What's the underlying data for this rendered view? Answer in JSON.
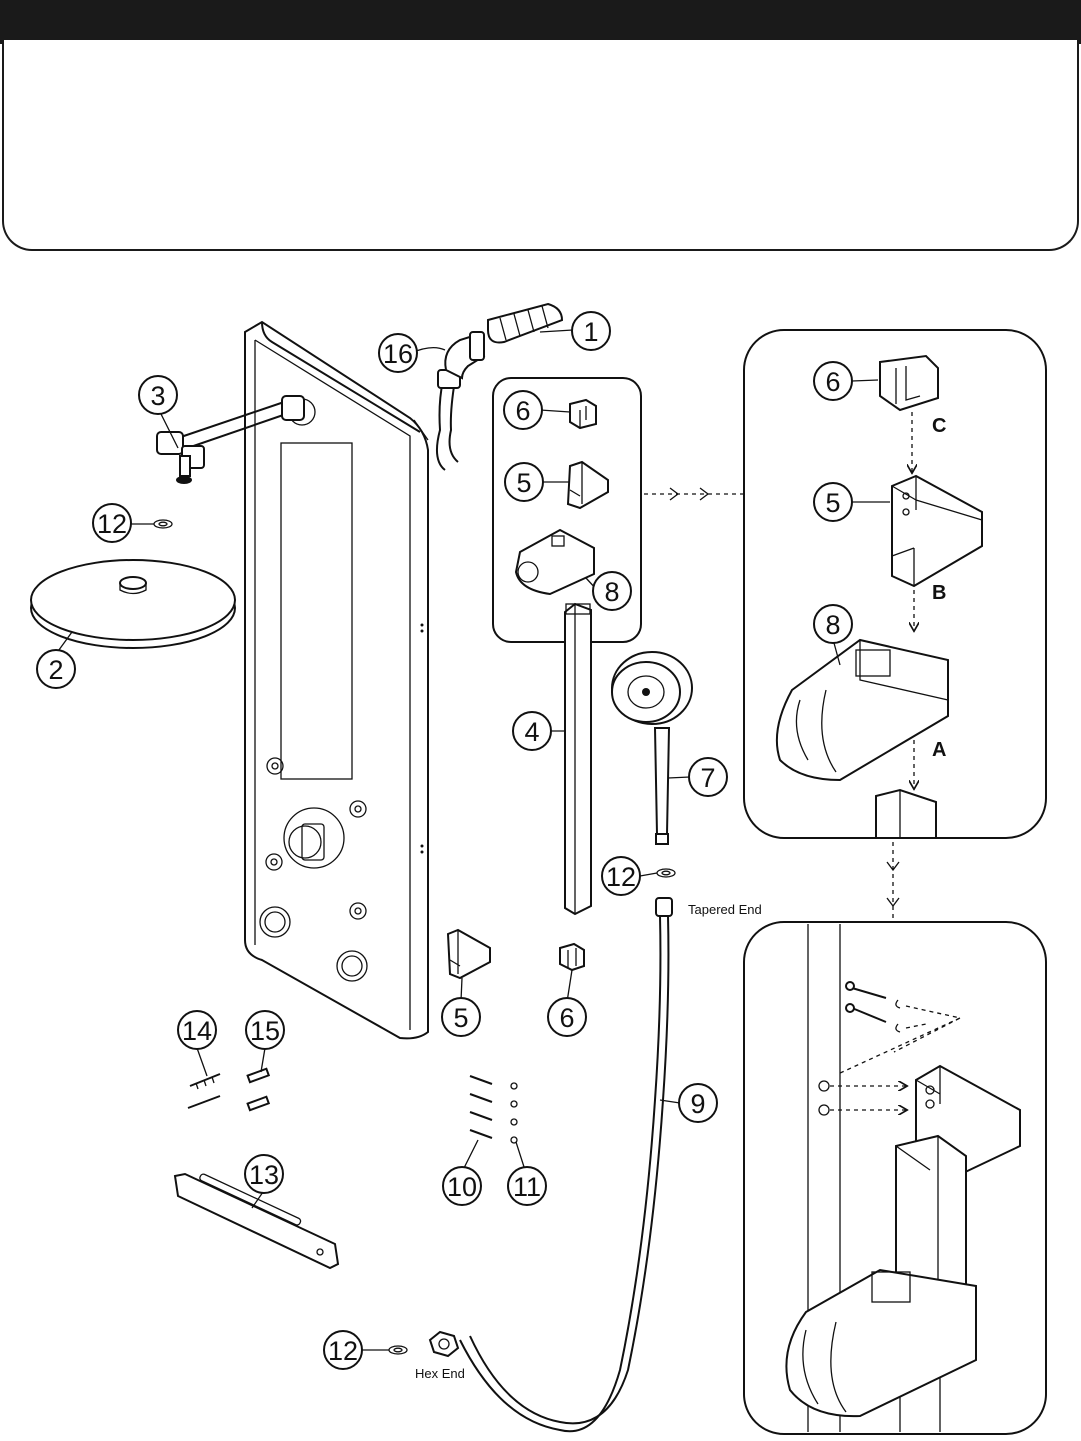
{
  "parts": {
    "p1": "1",
    "p2": "2",
    "p3": "3",
    "p4": "4",
    "p5": "5",
    "p6": "6",
    "p7": "7",
    "p8": "8",
    "p9": "9",
    "p10": "10",
    "p11": "11",
    "p12": "12",
    "p13": "13",
    "p14": "14",
    "p15": "15",
    "p16": "16"
  },
  "detail_letters": {
    "a": "A",
    "b": "B",
    "c": "C"
  },
  "notes": {
    "tapered_end": "Tapered End",
    "hex_end": "Hex End"
  }
}
